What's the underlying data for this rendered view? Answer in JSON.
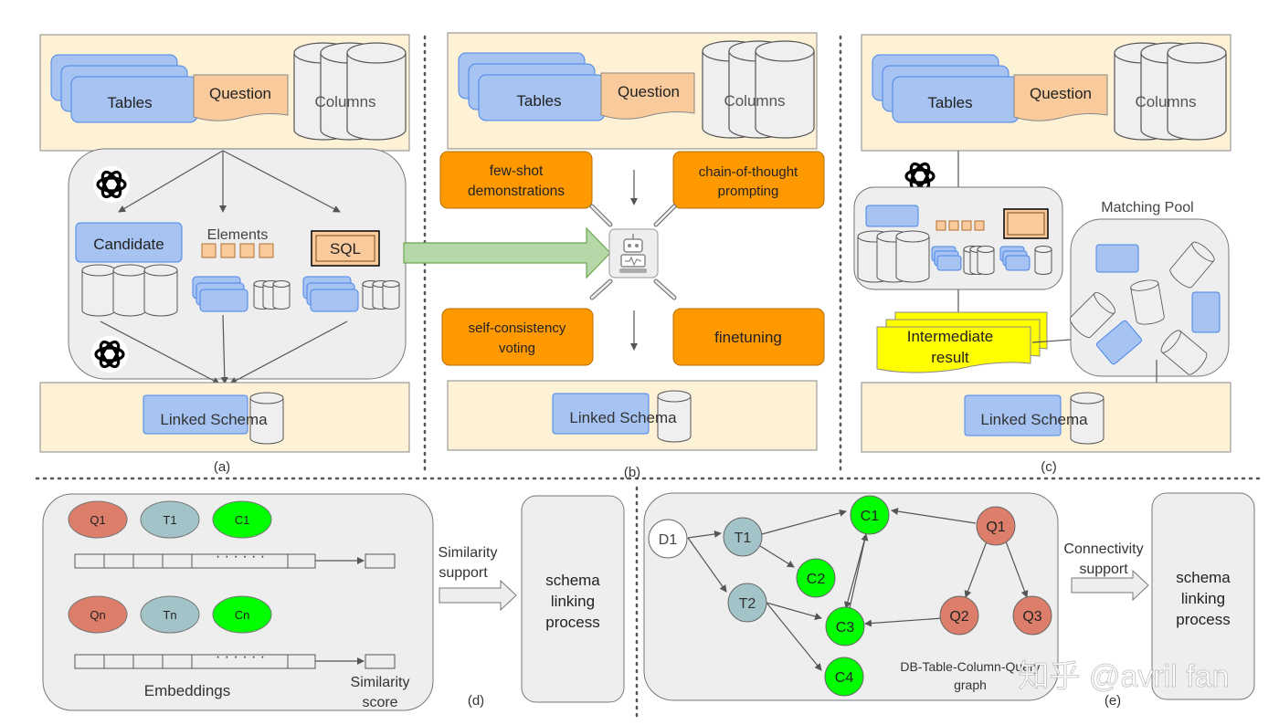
{
  "colors": {
    "input_bg": "#fdf1d6",
    "table_blue": "#a6c3f2",
    "table_border": "#4a86e8",
    "question_peach": "#f9cb9c",
    "cylinder_gray": "#efefef",
    "panel_gray": "#eeeeee",
    "orange": "#ff9900",
    "green_arrow": "#b6d7a8",
    "yellow_note": "#ffff00",
    "node_red": "#dd7e6b",
    "node_teal": "#a2c4c9",
    "node_green": "#00ff00"
  },
  "common": {
    "tables": "Tables",
    "question": "Question",
    "columns": "Columns",
    "linked_schema": "Linked Schema"
  },
  "panel_a": {
    "caption": "(a)",
    "candidate": "Candidate",
    "elements": "Elements",
    "sql": "SQL",
    "icons": [
      "openai-logo-icon",
      "openai-logo-icon"
    ]
  },
  "panel_b": {
    "caption": "(b)",
    "few_shot": [
      "few-shot",
      "demonstrations"
    ],
    "chain_of_thought": [
      "chain-of-thought",
      "prompting"
    ],
    "self_consistency": [
      "self-consistency",
      "voting"
    ],
    "finetuning": "finetuning",
    "center_icon": "robot-icon"
  },
  "panel_c": {
    "caption": "(c)",
    "matching_pool": "Matching Pool",
    "intermediate": [
      "Intermediate",
      "result"
    ],
    "icon": "openai-logo-icon"
  },
  "panel_d": {
    "caption": "(d)",
    "row1": [
      "Q1",
      "T1",
      "C1"
    ],
    "row2": [
      "Qn",
      "Tn",
      "Cn"
    ],
    "embeddings": "Embeddings",
    "similarity_score": [
      "Similarity",
      "score"
    ],
    "similarity_support": [
      "Similarity",
      "support"
    ],
    "process": [
      "schema",
      "linking",
      "process"
    ]
  },
  "panel_e": {
    "caption": "(e)",
    "nodes": [
      "D1",
      "T1",
      "T2",
      "C1",
      "C2",
      "C3",
      "C4",
      "Q1",
      "Q2",
      "Q3"
    ],
    "graph_label": [
      "DB-Table-Column-Query",
      "graph"
    ],
    "connectivity_support": [
      "Connectivity",
      "support"
    ],
    "process": [
      "schema",
      "linking",
      "process"
    ],
    "watermark": "知乎 @avril fan"
  }
}
